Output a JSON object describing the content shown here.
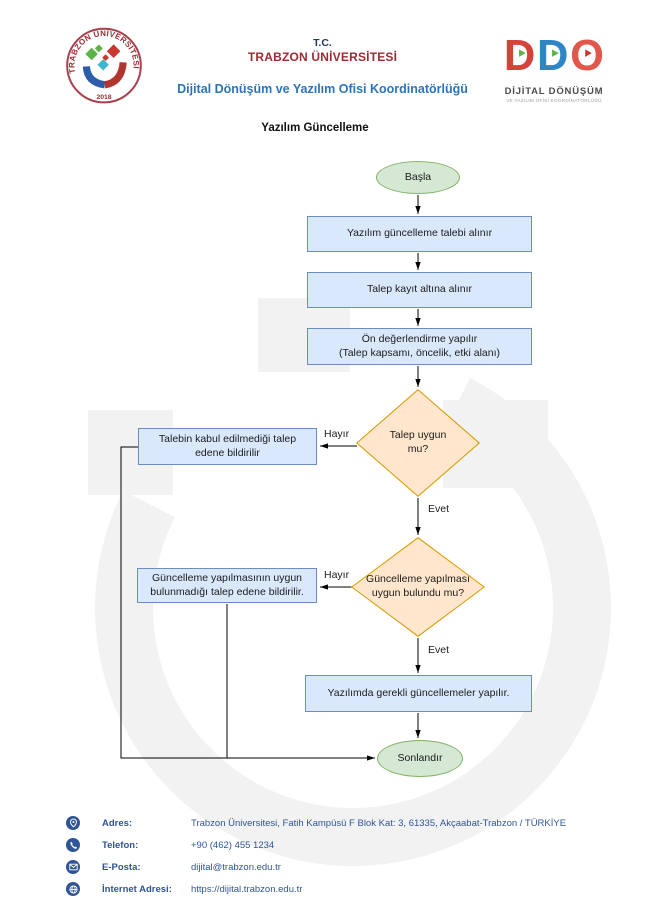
{
  "header": {
    "tc": "T.C.",
    "university": "TRABZON ÜNİVERSİTESİ",
    "office": "Dijital Dönüşüm ve Yazılım Ofisi Koordinatörlüğü",
    "left_logo": {
      "ring_text": "TRABZON ÜNİVERSİTESİ",
      "year": "2018"
    },
    "right_logo": {
      "letters": [
        "D",
        "D",
        "O"
      ],
      "line1": "DİJİTAL DÖNÜŞÜM",
      "line2": "VE YAZILIM OFİSİ KOORDİNATÖRLÜĞÜ"
    }
  },
  "title": "Yazılım Güncelleme",
  "flowchart": {
    "start_label": "Başla",
    "end_label": "Sonlandır",
    "yes_label": "Evet",
    "no_label": "Hayır",
    "process1": "Yazılım güncelleme talebi alınır",
    "process2": "Talep kayıt altına alınır",
    "process3": {
      "line1": "Ön değerlendirme yapılır",
      "line2": "(Talep kapsamı, öncelik, etki alanı)"
    },
    "decision1": {
      "line1": "Talep uygun",
      "line2": "mu?"
    },
    "side1": "Talebin kabul edilmediği talep edene bildirilir",
    "decision2": {
      "line1": "Güncelleme yapılması",
      "line2": "uygun bulundu mu?"
    },
    "side2": "Güncelleme yapılmasının uygun bulunmadığı talep edene bildirilir.",
    "process4": "Yazılımda gerekli güncellemeler yapılır."
  },
  "footer": {
    "rows": [
      {
        "icon": "location-pin-icon",
        "label": "Adres:",
        "value": "Trabzon Üniversitesi, Fatih Kampüsü F Blok Kat: 3, 61335, Akçaabat-Trabzon / TÜRKİYE"
      },
      {
        "icon": "phone-icon",
        "label": "Telefon:",
        "value": "+90 (462) 455 1234"
      },
      {
        "icon": "email-icon",
        "label": "E-Posta:",
        "value": "dijital@trabzon.edu.tr"
      },
      {
        "icon": "globe-icon",
        "label": "İnternet Adresi:",
        "value": "https://dijital.trabzon.edu.tr"
      }
    ]
  },
  "colors": {
    "navy": "#1f3864",
    "maroon": "#9c2b33",
    "header_blue": "#2e74b5",
    "footer_blue": "#2f5597",
    "process_fill": "#dae8fc",
    "process_border": "#6c8ebf",
    "terminal_fill": "#d5e8d4",
    "terminal_border": "#82b366",
    "decision_fill": "#ffe6cc",
    "decision_border": "#d79b00"
  }
}
